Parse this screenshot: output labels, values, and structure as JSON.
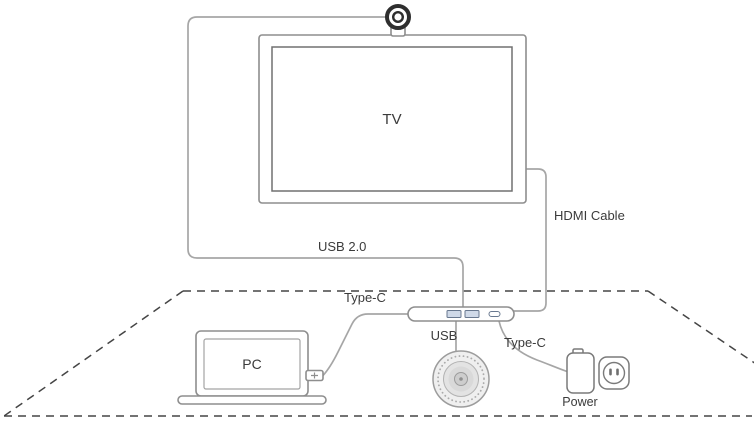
{
  "diagram": {
    "labels": {
      "tv": "TV",
      "pc": "PC",
      "usb2": "USB 2.0",
      "hdmi": "HDMI Cable",
      "type_c_hub": "Type-C",
      "usb_hub": "USB",
      "type_c_power": "Type-C",
      "power": "Power"
    },
    "colors": {
      "background": "#ffffff",
      "cable": "#a6a6a6",
      "device_outline": "#8e8e8e",
      "table_dashed_outline": "#454545",
      "camera_ring": "#2e2e2e",
      "label_text": "#3b3b3b",
      "usb_port_fill": "#cfd9e8"
    }
  }
}
